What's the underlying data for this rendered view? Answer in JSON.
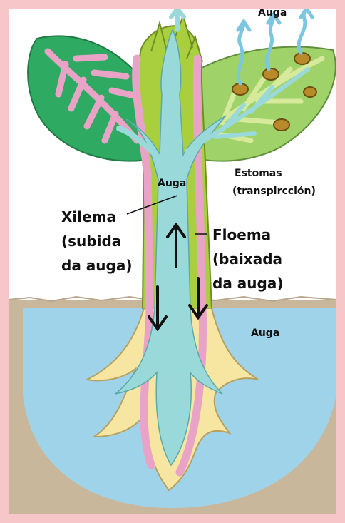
{
  "labels": {
    "auga_top": "Auga",
    "auga_stem": "Auga",
    "auga_soil": "Auga",
    "estomas_line1": "Estomas",
    "estomas_line2": "(transpircción)",
    "xilema_line1": "Xilema",
    "xilema_line2": "(subida",
    "xilema_line3": "da auga)",
    "floema_line1": "Floema",
    "floema_line2": "(baixada",
    "floema_line3": "da auga)"
  },
  "colors": {
    "frame": "#f7c6c8",
    "soil": "#c9b79c",
    "water_pool": "#9fd3ea",
    "xylem": "#9ad9d9",
    "phloem": "#e9a3c7",
    "stem_green": "#a9cf3f",
    "root_cream": "#f6e6a1",
    "leaf_dark": "#2faa63",
    "leaf_light": "#9fd36a"
  }
}
